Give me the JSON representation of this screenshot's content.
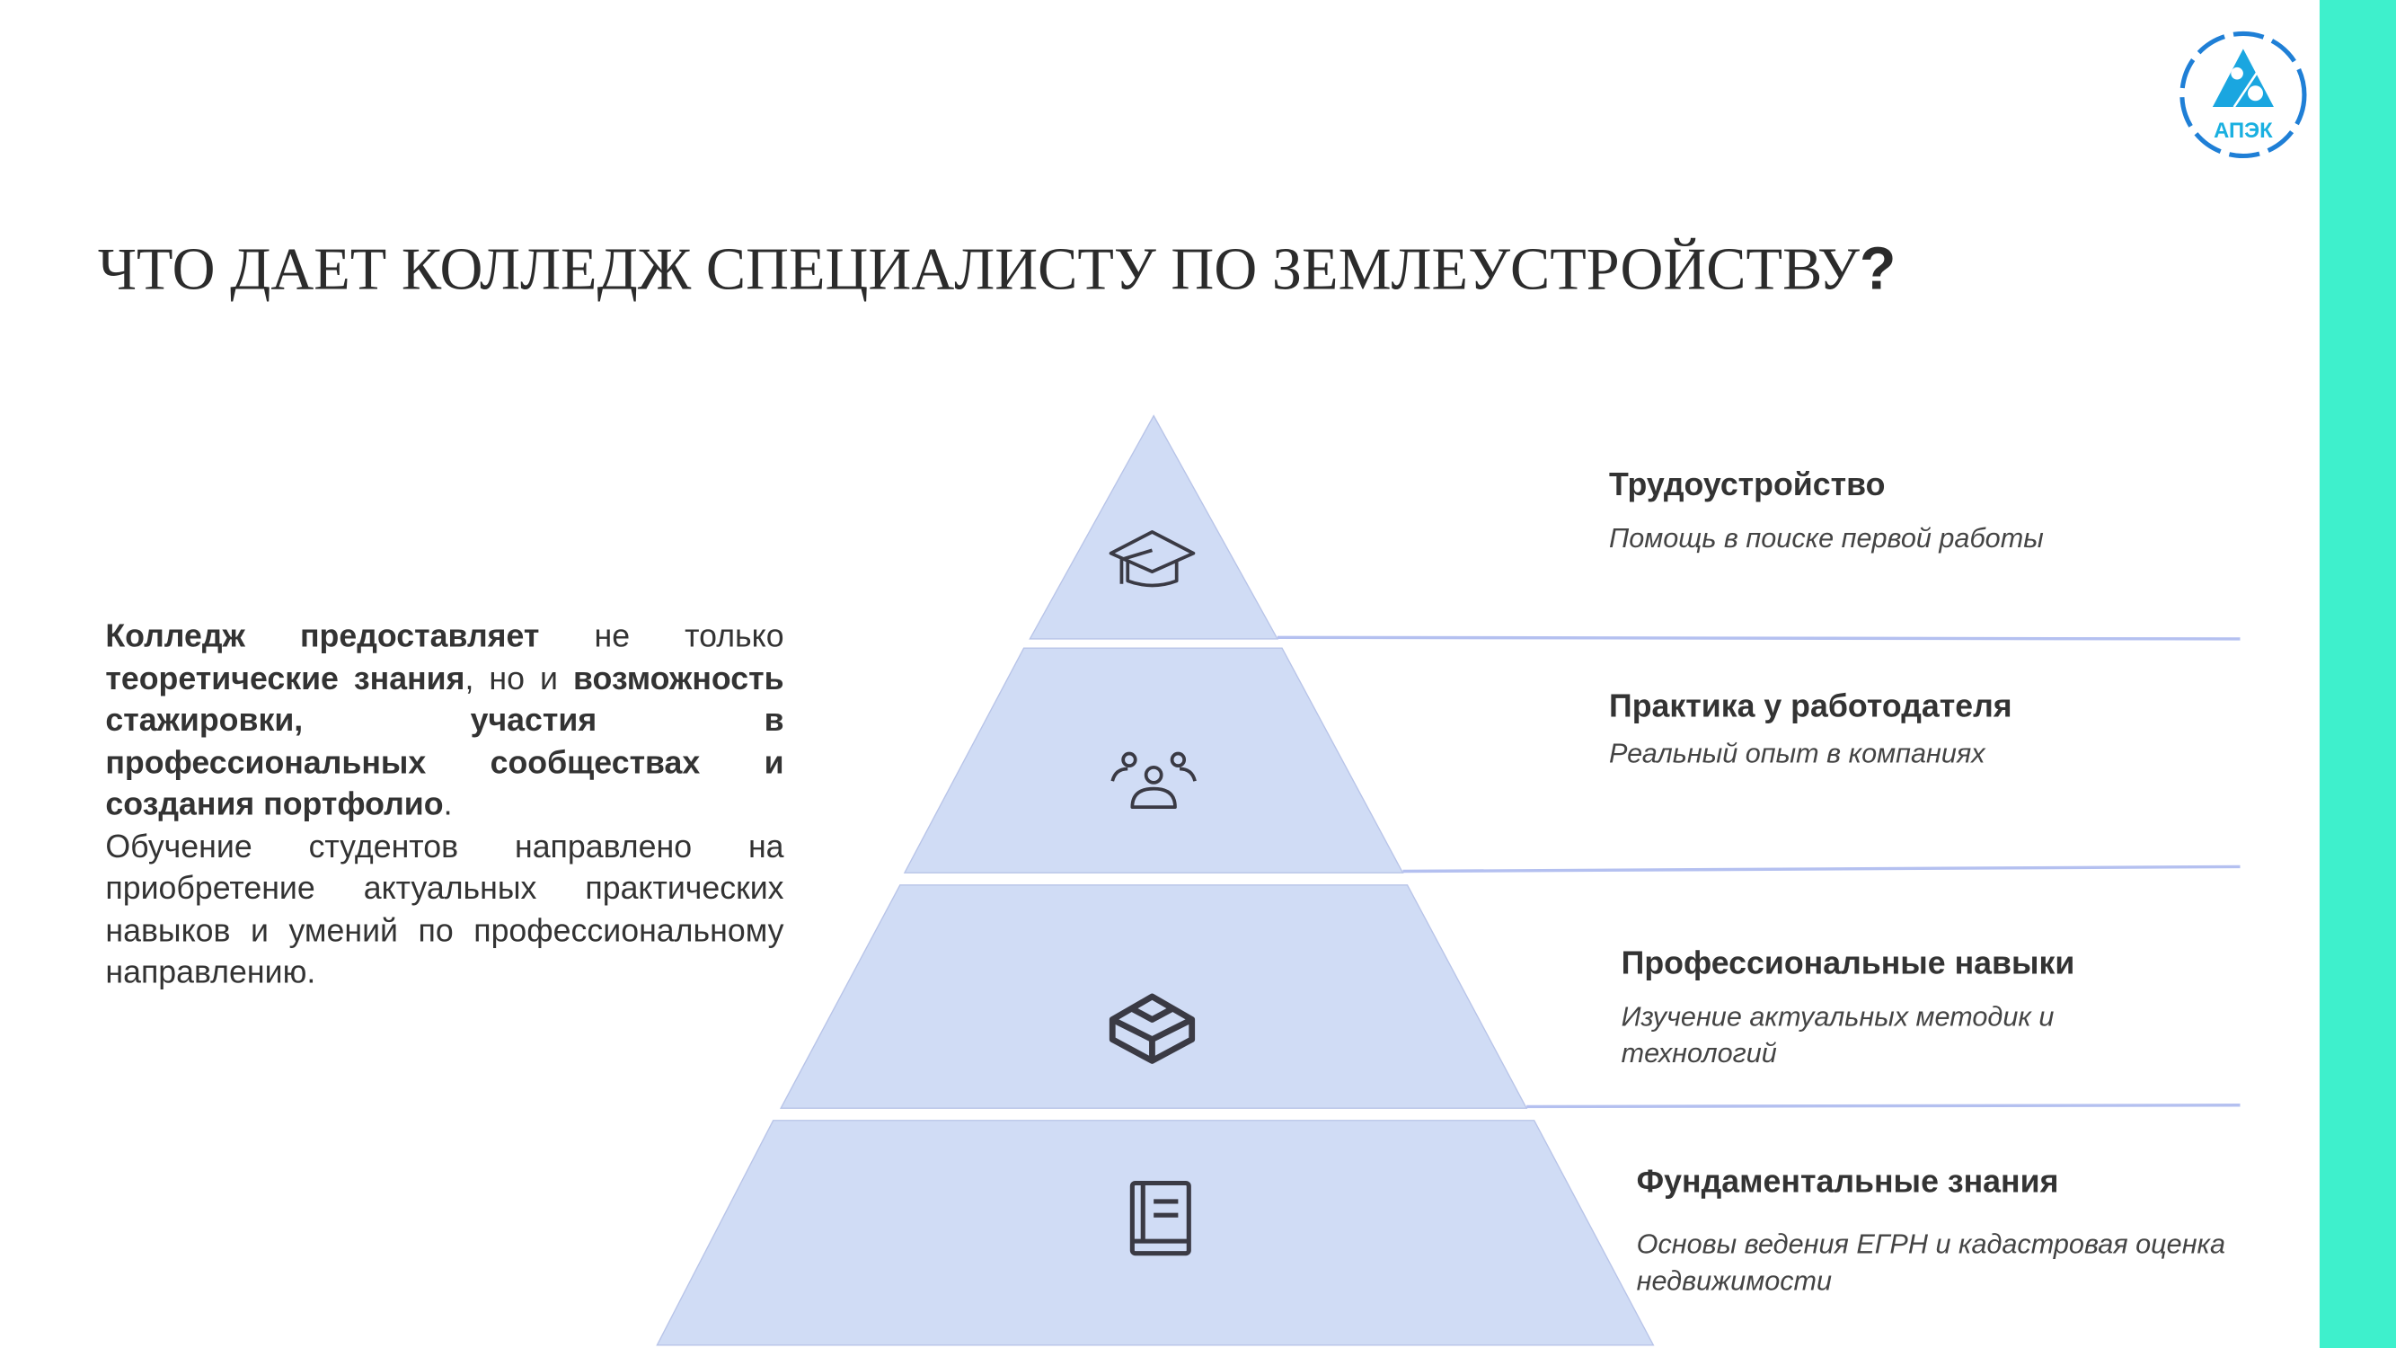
{
  "title": {
    "text": "ЧТО ДАЕТ КОЛЛЕДЖ СПЕЦИАЛИСТУ ПО ЗЕМЛЕУСТРОЙСТВУ",
    "mark": "?"
  },
  "logo": {
    "text": "АПЭК"
  },
  "intro": {
    "p1_bold1": "Колледж предоставляет",
    "p1_text1": " не только ",
    "p1_bold2": "теоретические знания",
    "p1_text2": ", но и ",
    "p1_bold3": "возможность стажировки, участия в профессиональных сообществах и создания портфолио",
    "p1_text3": ".",
    "p2": "Обучение студентов направлено на приобретение актуальных практических навыков и умений по профессиональному направлению."
  },
  "pyramid": [
    {
      "icon": "graduation-cap-icon",
      "title": "Трудоустройство",
      "desc": "Помощь в поиске первой работы"
    },
    {
      "icon": "people-group-icon",
      "title": "Практика у работодателя",
      "desc": "Реальный опыт в компаниях"
    },
    {
      "icon": "cube-icon",
      "title": "Профессиональные навыки",
      "desc": "Изучение актуальных методик и технологий"
    },
    {
      "icon": "book-icon",
      "title": "Фундаментальные знания",
      "desc": "Основы ведения ЕГРН и кадастровая оценка недвижимости"
    }
  ],
  "colors": {
    "accent": "#3ef0cc",
    "tier": "#d0dcf5",
    "line": "#b4c0f0"
  }
}
